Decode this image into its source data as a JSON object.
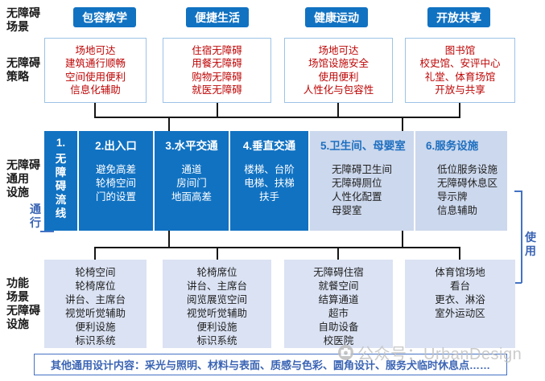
{
  "row_labels": {
    "scene": "无障碍\n场景",
    "strategy": "无障碍\n策略",
    "general_facilities": "无障碍\n通用\n设施",
    "circulation": "通\n行",
    "function_facilities": "功能\n场景\n无障碍\n设施",
    "use": "使\n用"
  },
  "scenarios": [
    {
      "label": "包容教学",
      "strategies": [
        "场地可达",
        "建筑通行顺畅",
        "空间使用便利",
        "信息化辅助"
      ]
    },
    {
      "label": "便捷生活",
      "strategies": [
        "住宿无障碍",
        "用餐无障碍",
        "购物无障碍",
        "就医无障碍"
      ]
    },
    {
      "label": "健康运动",
      "strategies": [
        "场地可达",
        "场馆设施安全",
        "使用便利",
        "人性化与包容性"
      ]
    },
    {
      "label": "开放共享",
      "strategies": [
        "图书馆",
        "校史馆、安评中心",
        "礼堂、体育场馆",
        "开放与共享"
      ]
    }
  ],
  "band": [
    {
      "title": "1.",
      "vertical_title": "无障碍流线",
      "items": [],
      "style": "dark"
    },
    {
      "title": "2.出入口",
      "items": [
        "避免高差",
        "轮椅空间",
        "门的设置"
      ],
      "style": "dark"
    },
    {
      "title": "3.水平交通",
      "items": [
        "通道",
        "房间门",
        "地面高差"
      ],
      "style": "dark"
    },
    {
      "title": "4.垂直交通",
      "items": [
        "楼梯、台阶",
        "电梯、扶梯",
        "扶手"
      ],
      "style": "dark"
    },
    {
      "title": "5.卫生间、母婴室",
      "items": [
        "无障碍卫生间",
        "无障碍厕位",
        "人性化配置",
        "母婴室"
      ],
      "style": "light"
    },
    {
      "title": "6.服务设施",
      "items": [
        "低位服务设施",
        "无障碍休息区",
        "导示牌",
        "信息辅助"
      ],
      "style": "light"
    }
  ],
  "function_boxes": [
    {
      "items": [
        "轮椅空间",
        "轮椅席位",
        "讲台、主席台",
        "视觉听觉辅助",
        "便利设施",
        "标识系统"
      ]
    },
    {
      "items": [
        "轮椅席位",
        "讲台、主席台",
        "阅览展览空间",
        "视觉听觉辅助",
        "便利设施",
        "标识系统"
      ]
    },
    {
      "items": [
        "无障碍住宿",
        "就餐空间",
        "结算通道",
        "超市",
        "自助设备",
        "校医院"
      ]
    },
    {
      "items": [
        "体育馆场地",
        "看台",
        "更衣、淋浴",
        "室外运动区"
      ]
    }
  ],
  "footer": {
    "text": "其他通用设计内容：采光与照明、材料与表面、质感与色彩、圆角设计、服务犬临时休息点……"
  },
  "watermark": {
    "text": "公众号：UrbanDesign",
    "icon": "camera-icon"
  },
  "colors": {
    "primary_blue": "#1172c2",
    "light_band": "#ccd8ed",
    "light_box": "#dae2f3",
    "strategy_red": "#be0404",
    "accent_blue_text": "#3a64b4",
    "section_title_blue": "#1e6fc0",
    "box_border_blue": "#9dc3e6",
    "connector_black": "#161616",
    "watermark_gray": "#c3c3c3"
  }
}
